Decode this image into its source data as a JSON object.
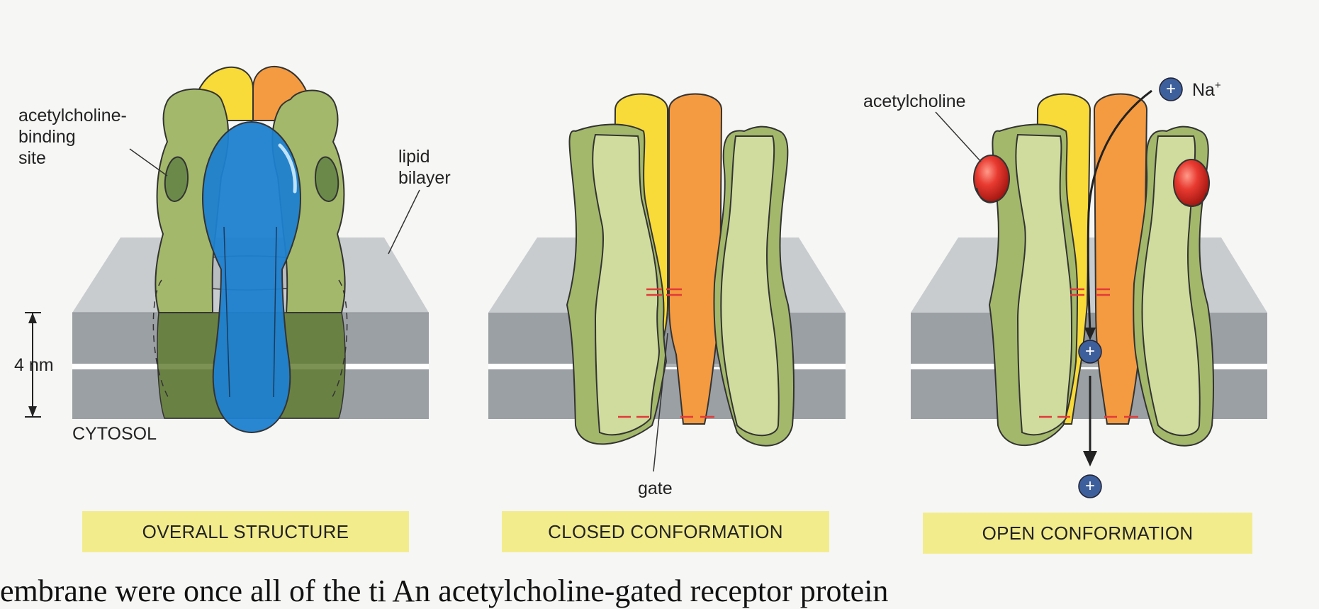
{
  "panels": {
    "overall": {
      "caption": "OVERALL STRUCTURE",
      "label_binding_line1": "acetylcholine-",
      "label_binding_line2": "binding",
      "label_binding_line3": "site",
      "label_lipid_line1": "lipid",
      "label_lipid_line2": "bilayer",
      "label_thickness": "4 nm",
      "label_cytosol": "CYTOSOL"
    },
    "closed": {
      "caption": "CLOSED CONFORMATION",
      "label_gate": "gate"
    },
    "open": {
      "caption": "OPEN CONFORMATION",
      "label_ligand": "acetylcholine",
      "label_ion": "Na",
      "label_ion_charge": "+",
      "ion_symbol": "+"
    }
  },
  "bottom_text_fragment": "embrane were once all of the ti     An acetylcholine-gated receptor protein",
  "colors": {
    "green_subunit": "#a3b86a",
    "light_green_subunit": "#cfdc9e",
    "yellow_subunit": "#f8da38",
    "orange_subunit": "#f49a40",
    "blue_subunit": "#1d7fcf",
    "bilayer": "#9ea3a7",
    "caption_bg": "#f3ec8d",
    "acetylcholine": "#e03530",
    "sodium_ion": "#3d5f9b",
    "charge_marks": "#e23a3a"
  }
}
